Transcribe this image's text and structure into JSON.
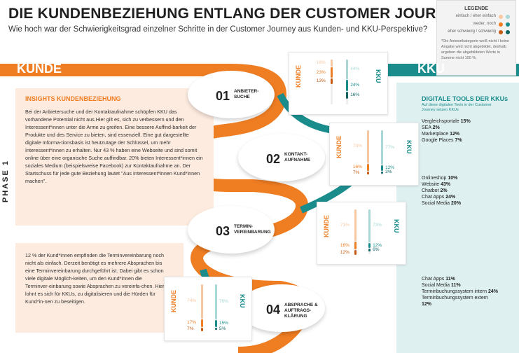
{
  "title": "DIE KUNDENBEZIEHUNG ENTLANG DER CUSTOMER JOURNEY",
  "subtitle": "Wie hoch war der Schwierigkeitsgrad einzelner Schritte in der Customer Journey aus Kunden- und KKU-Perspektive?",
  "legend": {
    "title": "LEGENDE",
    "rows": [
      "einfach / eher einfach",
      "weder, noch",
      "eher schwierig / schwierig"
    ],
    "note": "*Die Antwortkategorie weiß nicht / keine Angabe wird nicht abgebildet, deshalb ergeben die abgebildeten Werte in Summe nicht 100 %."
  },
  "colors": {
    "orange": "#ef7d22",
    "teal": "#1b8c8c",
    "light_orange": "#f7c8a2",
    "light_teal": "#a9d8d6"
  },
  "labels": {
    "kunde": "KUNDE",
    "kku": "KKU",
    "phase": "PHASE 1"
  },
  "insights": {
    "title": "INSIGHTS KUNDENBEZIEHUNG",
    "text1": "Bei der Anbietersuche und der Kontaktaufnahme schöpfen KKU das vorhandene Potential nicht aus.Hier gilt es, sich zu verbessern und den Interessent*innen unter die Arme zu greifen. Eine bessere Auffind-barkeit der Produkte und des Service zu bieten, sind essenziell. Eine gut dargestellte digitale Informa-tionsbasis ist heutzutage der Schlüssel, um mehr Interessent*innen zu erhalten. Nur 43 % haben eine Webseite und sind somit online über eine organische Suche auffindbar. 20% bieten Interessent*innen ein soziales Medium (beispielsweise Facebook) zur Kontaktaufnahme an. Der Startschuss für jede gute Beziehung lautet \"Aus Interessent*innen Kund*innen machen\".",
    "text2": "12 % der Kund*innen empfinden die Terminvereinbarung noch nicht als einfach. Derzeit benötigt es mehrere Absprachen bis eine Terminvereinbarung durchgeführt ist. Dabei gibt es schon viele digitale Möglich-keiten, um den Kund*innen die Terminver-einbarung sowie Absprachen zu vereinfa-chen. Hier lohnt es sich für KKUs, zu digitalisieren und die Hürden für Kund*in-nen zu beseitigen."
  },
  "tools": {
    "title": "DIGITALE TOOLS DER KKUs",
    "subtitle": "Auf diese digitalen Tools in der Customer Journey setzen KKUs",
    "group1": [
      {
        "n": "Vergleichsportale",
        "v": "15%"
      },
      {
        "n": "SEA",
        "v": "2%"
      },
      {
        "n": "Marketplace",
        "v": "12%"
      },
      {
        "n": "Google Places",
        "v": "7%"
      }
    ],
    "group2": [
      {
        "n": "Onlineshop",
        "v": "10%"
      },
      {
        "n": "Website",
        "v": "43%"
      },
      {
        "n": "Chatbot",
        "v": "2%"
      },
      {
        "n": "Chat Apps",
        "v": "24%"
      },
      {
        "n": "Social Media",
        "v": "20%"
      }
    ],
    "group3": [
      {
        "n": "Chat Apps",
        "v": "11%"
      },
      {
        "n": "Social Media",
        "v": "11%"
      },
      {
        "n": "Terminbuchungssystem intern",
        "v": "24%"
      },
      {
        "n": "Terminbuchungssystem extern",
        "v": "12%"
      }
    ]
  },
  "steps": [
    {
      "num": "01",
      "label": "ANBIETER-\nSUCHE",
      "kunde": [
        "16%",
        "23%",
        "13%"
      ],
      "kku": [
        "44%",
        "24%",
        "16%"
      ]
    },
    {
      "num": "02",
      "label": "KONTAKT-\nAUFNAHME",
      "kunde": [
        "73%",
        "16%",
        "7%"
      ],
      "kku": [
        "77%",
        "12%",
        "3%"
      ]
    },
    {
      "num": "03",
      "label": "TERMIN-\nVEREINBARUNG",
      "kunde": [
        "71%",
        "16%",
        "12%"
      ],
      "kku": [
        "73%",
        "12%",
        "6%"
      ]
    },
    {
      "num": "04",
      "label": "ABSPRACHE &\nAUFTRAGS-\nKLÄRUNG",
      "kunde": [
        "74%",
        "17%",
        "7%"
      ],
      "kku": [
        "76%",
        "15%",
        "5%"
      ]
    }
  ]
}
